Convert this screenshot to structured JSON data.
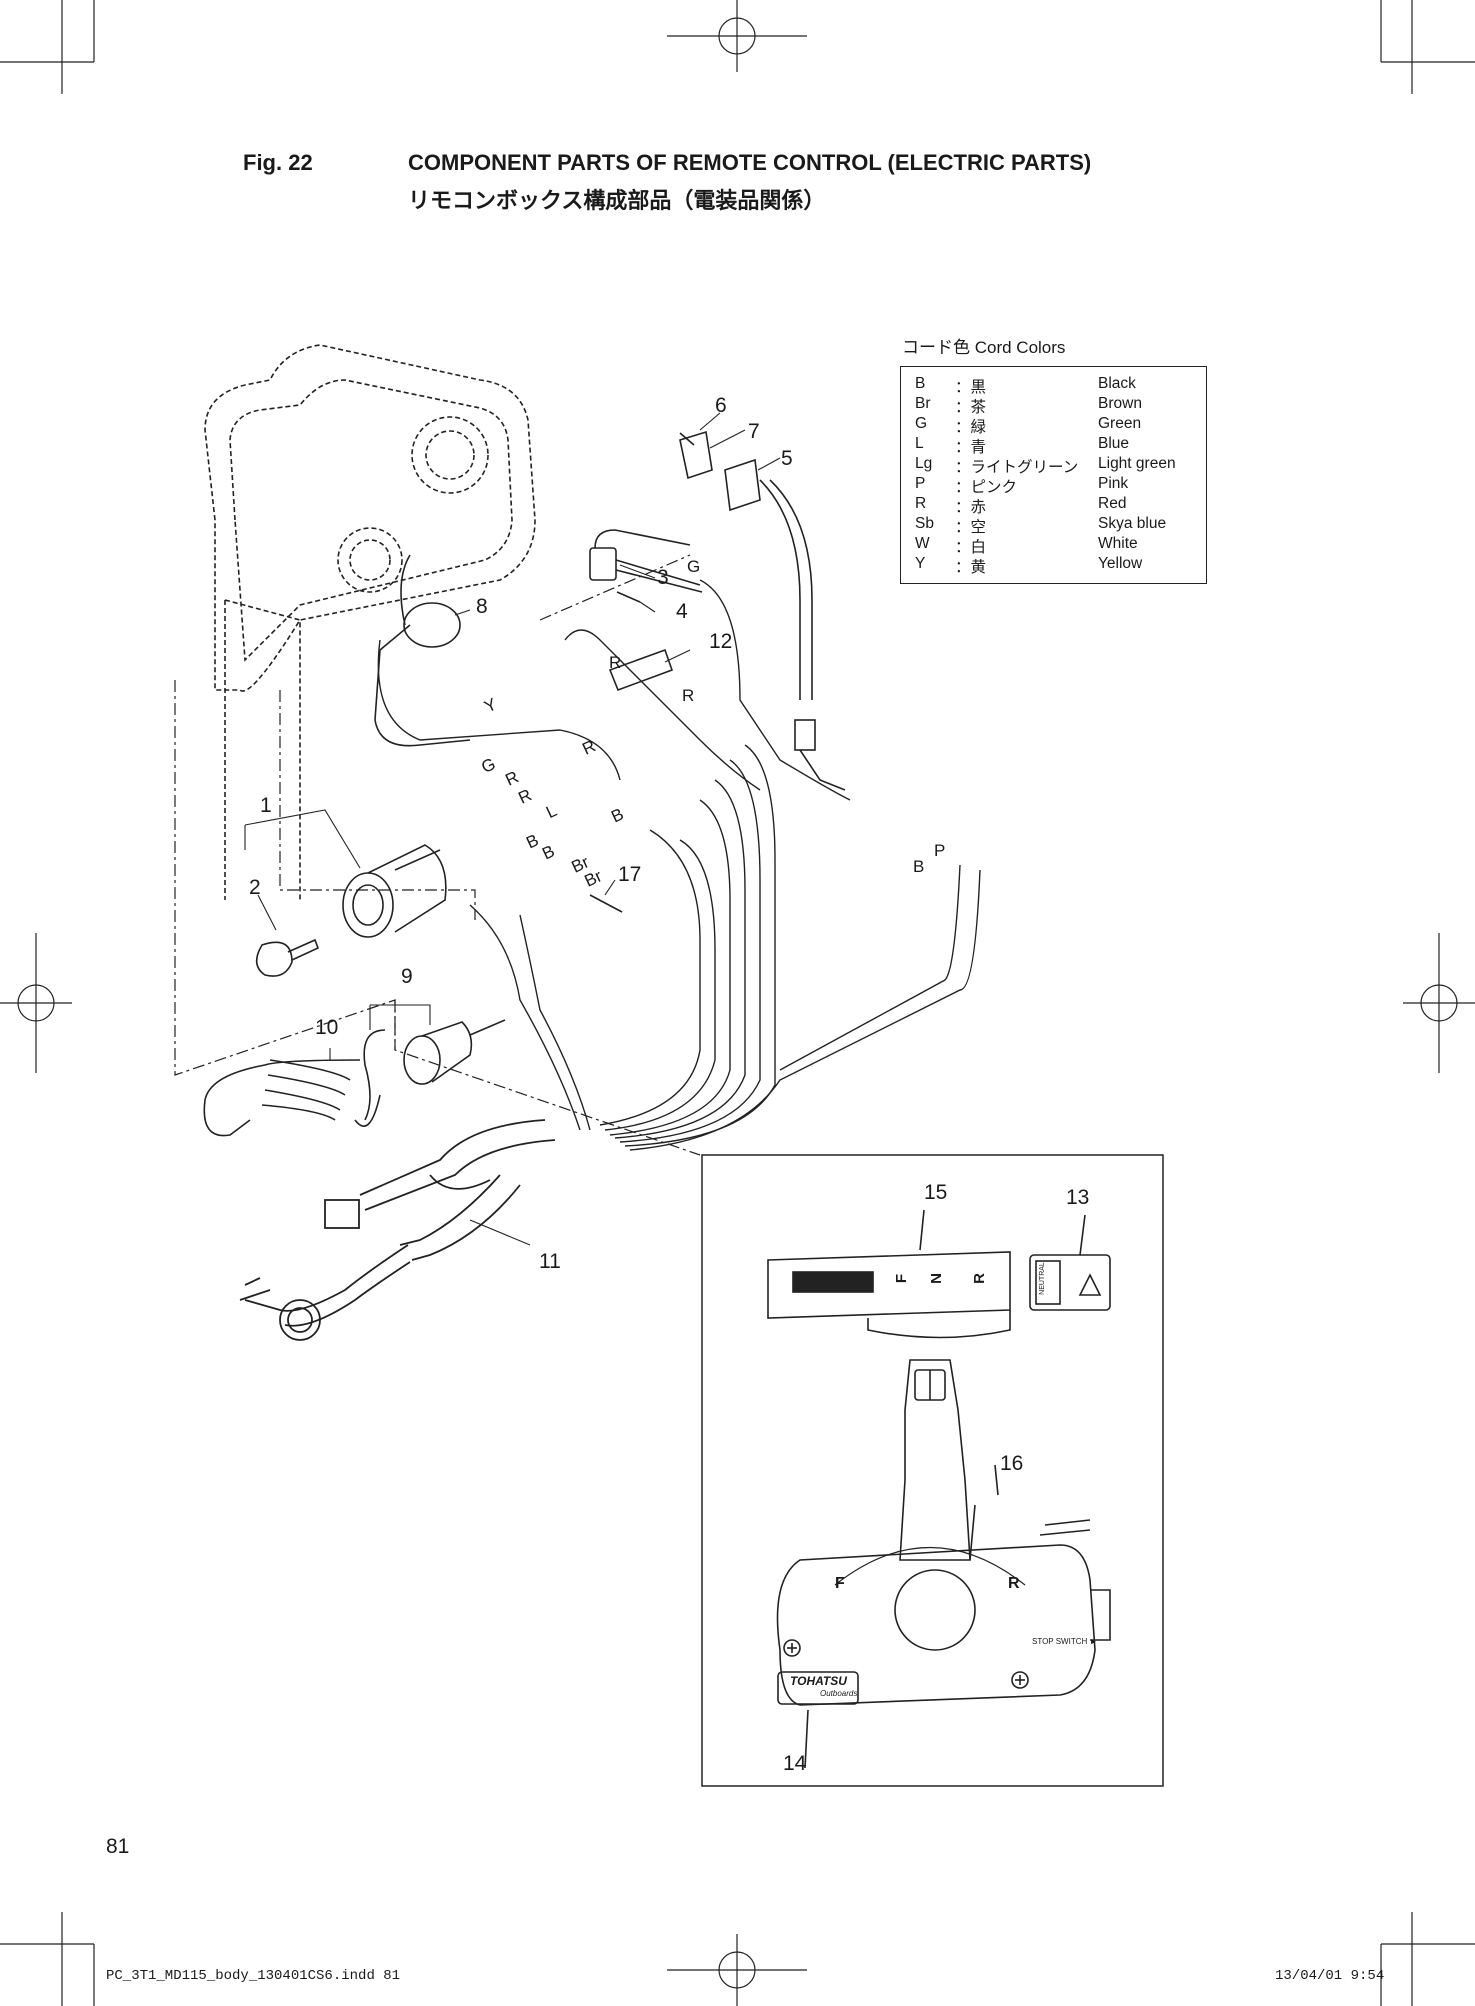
{
  "header": {
    "fig_number": "Fig. 22",
    "title": "COMPONENT PARTS OF REMOTE CONTROL (ELECTRIC PARTS)",
    "subtitle": "リモコンボックス構成部品（電装品関係）"
  },
  "legend": {
    "title": "コード色 Cord Colors",
    "rows": [
      {
        "code": "B",
        "jp": "：黒",
        "en": "Black"
      },
      {
        "code": "Br",
        "jp": "：茶",
        "en": "Brown"
      },
      {
        "code": "G",
        "jp": "：緑",
        "en": "Green"
      },
      {
        "code": "L",
        "jp": "：青",
        "en": "Blue"
      },
      {
        "code": "Lg",
        "jp": "：ライトグリーン",
        "en": "Light green"
      },
      {
        "code": "P",
        "jp": "：ピンク",
        "en": "Pink"
      },
      {
        "code": "R",
        "jp": "：赤",
        "en": "Red"
      },
      {
        "code": "Sb",
        "jp": "：空",
        "en": "Skya blue"
      },
      {
        "code": "W",
        "jp": "：白",
        "en": "White"
      },
      {
        "code": "Y",
        "jp": "：黄",
        "en": "Yellow"
      }
    ]
  },
  "callouts": [
    "1",
    "2",
    "3",
    "4",
    "5",
    "6",
    "7",
    "8",
    "9",
    "10",
    "11",
    "12",
    "13",
    "14",
    "15",
    "16",
    "17"
  ],
  "wire_labels": {
    "g_top": "G",
    "r_12": "R",
    "r_12b": "R",
    "y": "Y",
    "g_mid": "G",
    "r_a": "R",
    "r_b": "R",
    "r_c": "R",
    "l": "L",
    "b_a": "B",
    "b_b": "B",
    "b_c": "B",
    "br_a": "Br",
    "br_b": "Br",
    "p": "P",
    "b_right": "B"
  },
  "inset": {
    "shift_marks": {
      "f": "F",
      "n": "N",
      "r": "R"
    },
    "lever_marks": {
      "f": "F",
      "r": "R"
    },
    "neutral_label": "NEUTRAL",
    "stop_switch": "STOP SWITCH ►",
    "brand": "TOHATSU",
    "brand_sub": "Outboards"
  },
  "page_number": "81",
  "footer": {
    "file": "PC_3T1_MD115_body_130401CS6.indd   81",
    "timestamp": "13/04/01   9:54"
  }
}
